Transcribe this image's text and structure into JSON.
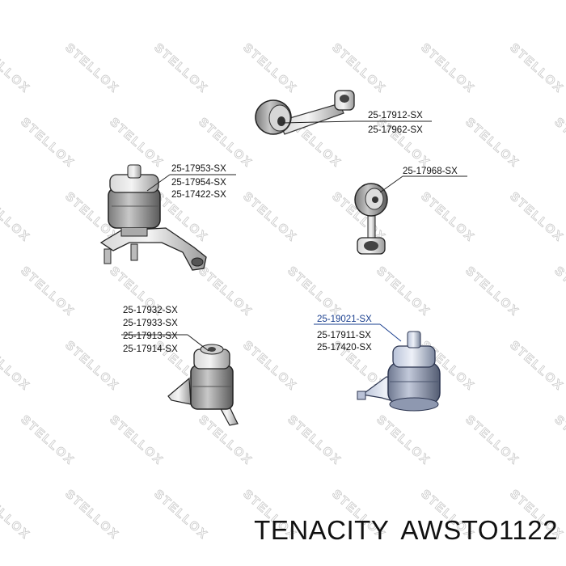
{
  "watermark": {
    "text": "STELLOX",
    "color": "#c9c9c9"
  },
  "parts": {
    "top_arm": {
      "labels": [
        "25-17912-SX",
        "25-17962-SX"
      ]
    },
    "mount_left": {
      "labels": [
        "25-17953-SX",
        "25-17954-SX",
        "25-17422-SX"
      ]
    },
    "stabilizer_link": {
      "labels": [
        "25-17968-SX"
      ]
    },
    "mount_bottom_left": {
      "labels": [
        "25-17932-SX",
        "25-17933-SX",
        "25-17913-SX",
        "25-17914-SX"
      ]
    },
    "mount_bottom_right": {
      "labels": [
        "25-19021-SX",
        "25-17911-SX",
        "25-17420-SX"
      ],
      "highlight_color": "#1a3f8f"
    }
  },
  "caption": {
    "brand": "TENACITY",
    "part_number": "AWSTO1122"
  }
}
